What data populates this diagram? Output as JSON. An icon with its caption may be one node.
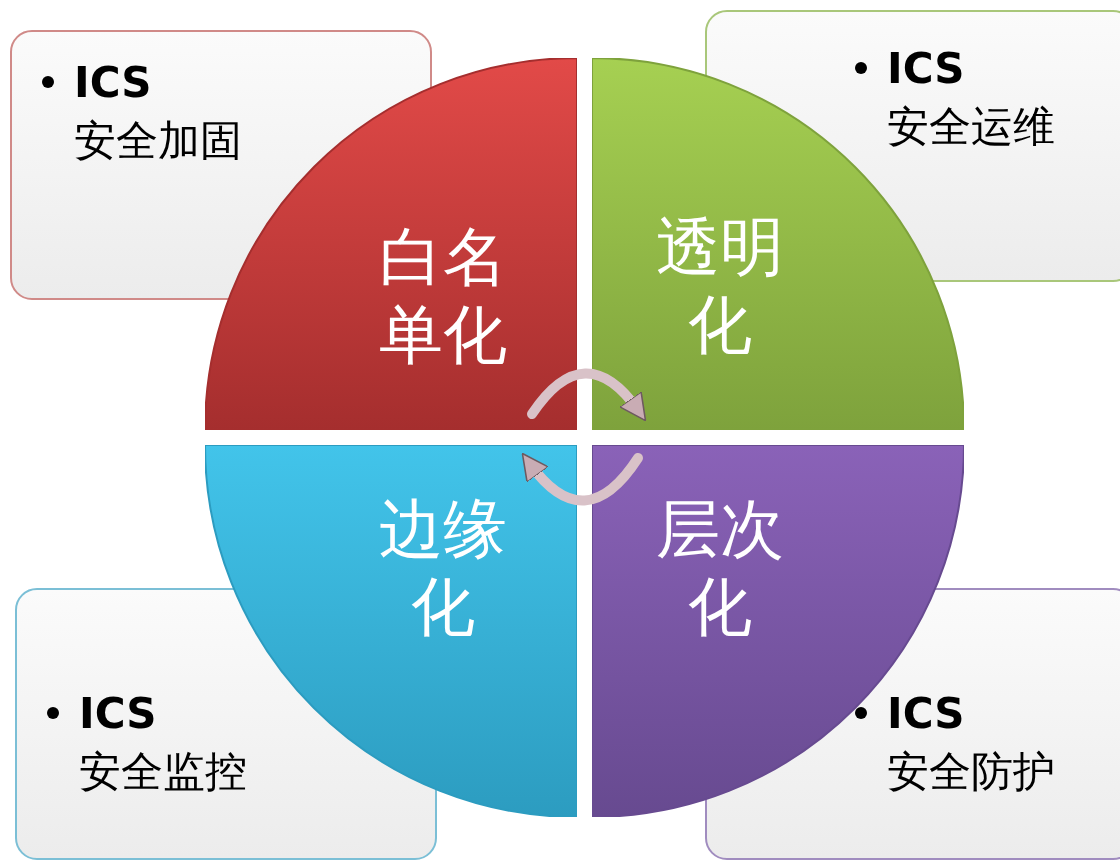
{
  "diagram": {
    "nodes": [
      {
        "text": [
          "ICS 安全加固"
        ]
      },
      {
        "text": [
          "ICS 安全运维"
        ]
      },
      {
        "text": [
          "白名单化"
        ]
      },
      {
        "text": [
          "透明化"
        ]
      },
      {
        "text": [
          "边缘化"
        ]
      },
      {
        "text": [
          "层次化"
        ]
      },
      {
        "text": [
          "ICS 安全监控"
        ]
      },
      {
        "text": [
          "ICS 安全防护"
        ]
      }
    ],
    "edges": [
      {
        "from": 2,
        "to": 3,
        "arrow": "to"
      },
      {
        "from": 5,
        "to": 4,
        "arrow": "to"
      }
    ]
  }
}
